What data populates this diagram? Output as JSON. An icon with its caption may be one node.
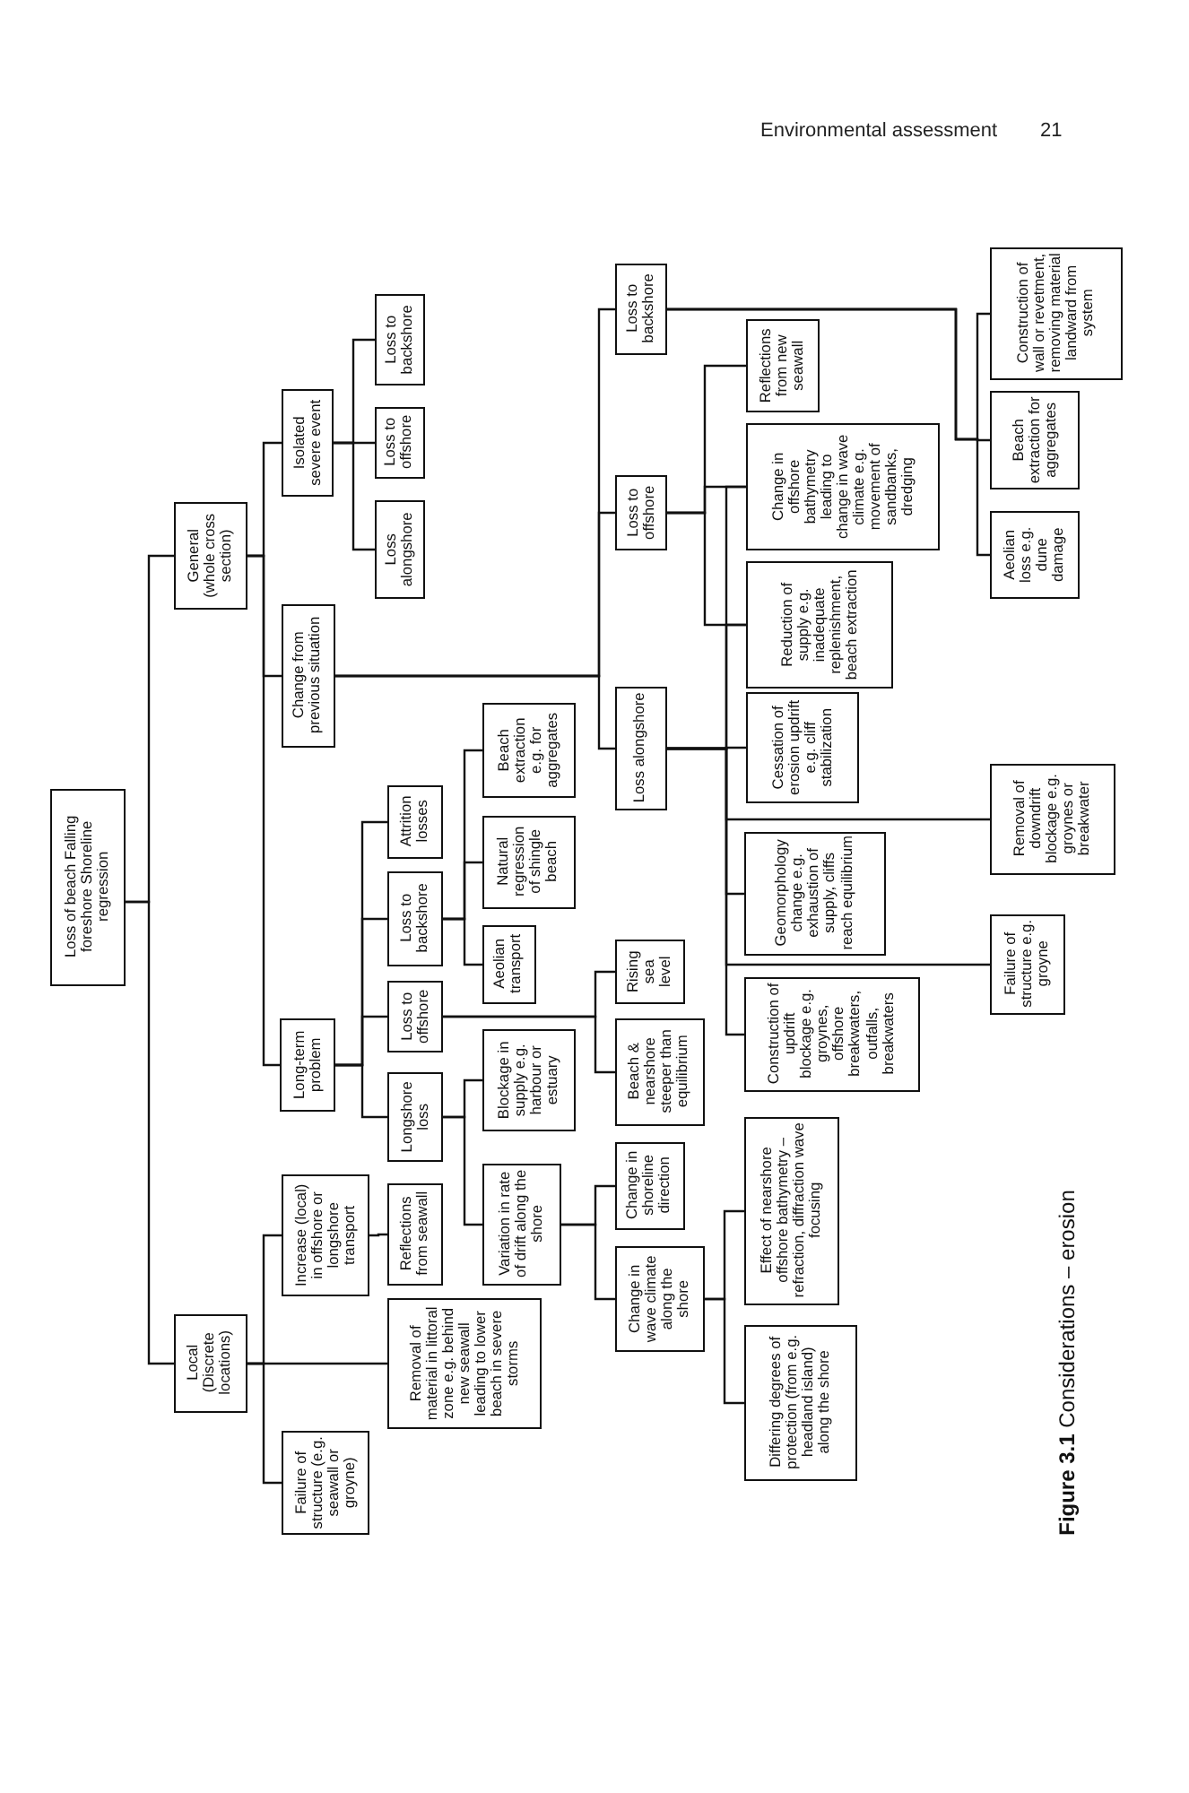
{
  "diagram": {
    "caption": "**Figure 3.1** Considerations – erosion",
    "nodes": [
      {
        "text": [
          "Loss of beach Falling foreshore Shoreline regression"
        ]
      },
      {
        "text": [
          "General (whole cross section)"
        ]
      },
      {
        "text": [
          "Isolated severe event"
        ]
      },
      {
        "text": [
          "Loss to backshore"
        ]
      },
      {
        "text": [
          "Loss to offshore"
        ]
      },
      {
        "text": [
          "Loss alongshore"
        ]
      },
      {
        "text": [
          "Change from previous situation"
        ]
      },
      {
        "text": [
          "Loss to backshore"
        ]
      },
      {
        "text": [
          "Construction of wall or revetment, removing material landward from system"
        ]
      },
      {
        "text": [
          "Beach extraction for aggregates"
        ]
      },
      {
        "text": [
          "Aeolian loss e.g. dune damage"
        ]
      },
      {
        "text": [
          "Loss to offshore"
        ]
      },
      {
        "text": [
          "Reflections from new seawall"
        ]
      },
      {
        "text": [
          "Change in offshore bathymetry leading to change in wave climate e.g. movement of sandbanks, dredging"
        ]
      },
      {
        "text": [
          "Reduction of supply e.g. inadequate replenishment, beach extraction"
        ]
      },
      {
        "text": [
          "Loss alongshore"
        ]
      },
      {
        "text": [
          "Cessation of erosion updrift e.g. cliff stabilization"
        ]
      },
      {
        "text": [
          "Removal of downdrift blockage e.g. groynes or breakwater"
        ]
      },
      {
        "text": [
          "Geomorphology change e.g. exhaustion of supply, cliffs reach equilibrium"
        ]
      },
      {
        "text": [
          "Failure of structure e.g. groyne"
        ]
      },
      {
        "text": [
          "Construction of updrift blockage e.g. groynes, offshore breakwaters, outfalls, breakwaters"
        ]
      },
      {
        "text": [
          "Long-term problem"
        ]
      },
      {
        "text": [
          "Attrition losses"
        ]
      },
      {
        "text": [
          "Loss to backshore"
        ]
      },
      {
        "text": [
          "Beach extraction e.g. for aggregates"
        ]
      },
      {
        "text": [
          "Natural regression of shingle beach"
        ]
      },
      {
        "text": [
          "Aeolian transport"
        ]
      },
      {
        "text": [
          "Loss to offshore"
        ]
      },
      {
        "text": [
          "Rising sea level"
        ]
      },
      {
        "text": [
          "Beach & nearshore steeper than equilibrium"
        ]
      },
      {
        "text": [
          "Longshore loss"
        ]
      },
      {
        "text": [
          "Blockage in supply e.g. harbour or estuary"
        ]
      },
      {
        "text": [
          "Variation in rate of drift along the shore"
        ]
      },
      {
        "text": [
          "Change in shoreline direction"
        ]
      },
      {
        "text": [
          "Change in wave climate along the shore"
        ]
      },
      {
        "text": [
          "Effect of nearshore offshore bathymetry – refraction, diffraction wave focusing"
        ]
      },
      {
        "text": [
          "Differing degrees of protection (from e.g. headland island) along the shore"
        ]
      },
      {
        "text": [
          "Local (Discrete locations)"
        ]
      },
      {
        "text": [
          "Increase (local) in offshore or longshore transport"
        ]
      },
      {
        "text": [
          "Reflections from seawall"
        ]
      },
      {
        "text": [
          "Removal of material in littoral zone e.g. behind new seawall leading to lower beach in severe storms"
        ]
      },
      {
        "text": [
          "Failure of structure (e.g. seawall or groyne)"
        ]
      }
    ],
    "edges": [
      {
        "from": 0,
        "to": 1,
        "arrow": "none"
      },
      {
        "from": 0,
        "to": 37,
        "arrow": "none"
      },
      {
        "from": 1,
        "to": 2,
        "arrow": "none"
      },
      {
        "from": 1,
        "to": 6,
        "arrow": "none"
      },
      {
        "from": 1,
        "to": 21,
        "arrow": "none"
      },
      {
        "from": 2,
        "to": 3,
        "arrow": "none"
      },
      {
        "from": 2,
        "to": 4,
        "arrow": "none"
      },
      {
        "from": 2,
        "to": 5,
        "arrow": "none"
      },
      {
        "from": 6,
        "to": 7,
        "arrow": "none"
      },
      {
        "from": 6,
        "to": 11,
        "arrow": "none"
      },
      {
        "from": 6,
        "to": 15,
        "arrow": "none"
      },
      {
        "from": 7,
        "to": 8,
        "arrow": "none"
      },
      {
        "from": 7,
        "to": 9,
        "arrow": "none"
      },
      {
        "from": 7,
        "to": 10,
        "arrow": "none"
      },
      {
        "from": 11,
        "to": 12,
        "arrow": "none"
      },
      {
        "from": 11,
        "to": 13,
        "arrow": "none"
      },
      {
        "from": 11,
        "to": 14,
        "arrow": "none"
      },
      {
        "from": 15,
        "to": 13,
        "arrow": "none"
      },
      {
        "from": 15,
        "to": 14,
        "arrow": "none"
      },
      {
        "from": 15,
        "to": 16,
        "arrow": "none"
      },
      {
        "from": 15,
        "to": 17,
        "arrow": "none"
      },
      {
        "from": 15,
        "to": 18,
        "arrow": "none"
      },
      {
        "from": 15,
        "to": 19,
        "arrow": "none"
      },
      {
        "from": 15,
        "to": 20,
        "arrow": "none"
      },
      {
        "from": 21,
        "to": 22,
        "arrow": "none"
      },
      {
        "from": 21,
        "to": 23,
        "arrow": "none"
      },
      {
        "from": 21,
        "to": 27,
        "arrow": "none"
      },
      {
        "from": 21,
        "to": 30,
        "arrow": "none"
      },
      {
        "from": 23,
        "to": 24,
        "arrow": "none"
      },
      {
        "from": 23,
        "to": 25,
        "arrow": "none"
      },
      {
        "from": 23,
        "to": 26,
        "arrow": "none"
      },
      {
        "from": 27,
        "to": 28,
        "arrow": "none"
      },
      {
        "from": 27,
        "to": 29,
        "arrow": "none"
      },
      {
        "from": 30,
        "to": 31,
        "arrow": "none"
      },
      {
        "from": 30,
        "to": 32,
        "arrow": "none"
      },
      {
        "from": 32,
        "to": 33,
        "arrow": "none"
      },
      {
        "from": 32,
        "to": 34,
        "arrow": "none"
      },
      {
        "from": 34,
        "to": 35,
        "arrow": "none"
      },
      {
        "from": 34,
        "to": 36,
        "arrow": "none"
      },
      {
        "from": 37,
        "to": 38,
        "arrow": "none"
      },
      {
        "from": 37,
        "to": 40,
        "arrow": "none"
      },
      {
        "from": 37,
        "to": 41,
        "arrow": "none"
      },
      {
        "from": 38,
        "to": 39,
        "arrow": "none"
      }
    ],
    "labels": [
      "Environmental assessment",
      "21"
    ]
  }
}
